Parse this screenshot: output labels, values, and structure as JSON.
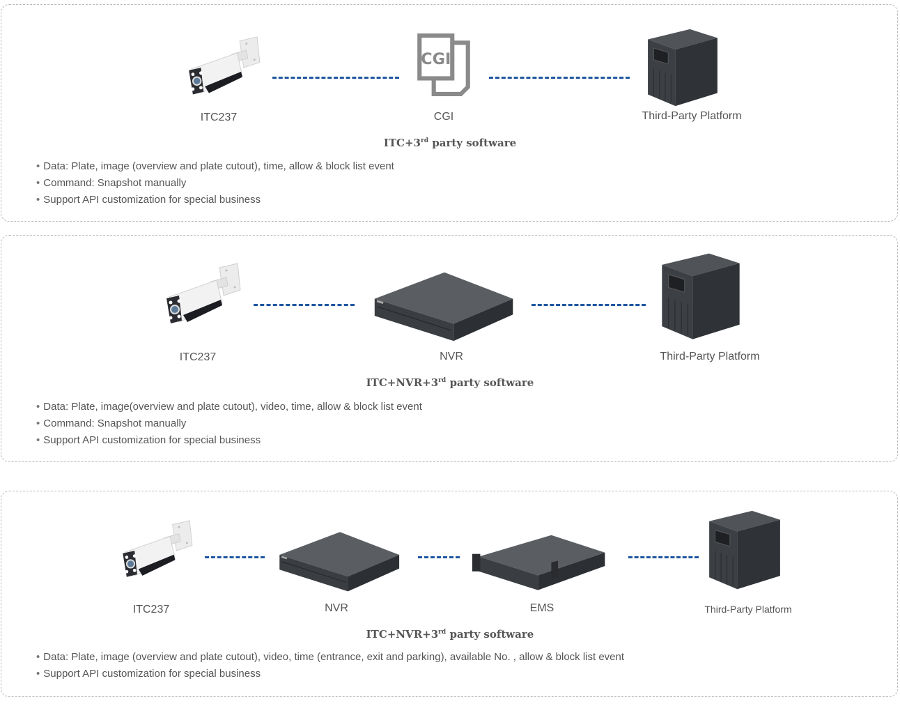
{
  "panels": [
    {
      "nodes": [
        {
          "label": "ITC237",
          "icon": "camera-icon"
        },
        {
          "label": "CGI",
          "icon": "cgi-document-icon",
          "icon_text": "CGI"
        },
        {
          "label": "Third-Party Platform",
          "icon": "server-tower-icon"
        }
      ],
      "caption": {
        "prefix": "ITC+3",
        "sup": "rd",
        "suffix": " party software"
      },
      "bullets": [
        "Data: Plate, image (overview and plate cutout), time, allow & block list event",
        "Command: Snapshot manually",
        "Support API customization for special business"
      ]
    },
    {
      "nodes": [
        {
          "label": "ITC237",
          "icon": "camera-icon"
        },
        {
          "label": "NVR",
          "icon": "nvr-icon"
        },
        {
          "label": "Third-Party Platform",
          "icon": "server-tower-icon"
        }
      ],
      "caption": {
        "prefix": "ITC+NVR+3",
        "sup": "rd",
        "suffix": " party software"
      },
      "bullets": [
        "Data: Plate, image(overview and plate cutout), video, time, allow & block list event",
        "Command: Snapshot manually",
        "Support API customization for special business"
      ]
    },
    {
      "nodes": [
        {
          "label": "ITC237",
          "icon": "camera-icon"
        },
        {
          "label": "NVR",
          "icon": "nvr-icon"
        },
        {
          "label": "EMS",
          "icon": "ems-rack-icon"
        },
        {
          "label": "Third-Party Platform",
          "icon": "server-tower-icon"
        }
      ],
      "caption": {
        "prefix": "ITC+NVR+3",
        "sup": "rd",
        "suffix": " party software"
      },
      "bullets": [
        "Data: Plate, image (overview and plate cutout), video, time (entrance, exit and parking), available No. , allow & block list event",
        "Support API customization for special business"
      ]
    }
  ],
  "colors": {
    "link": "#1f57a0",
    "border": "#b9b9b9",
    "text": "#555555",
    "device": "#3a3d40"
  }
}
